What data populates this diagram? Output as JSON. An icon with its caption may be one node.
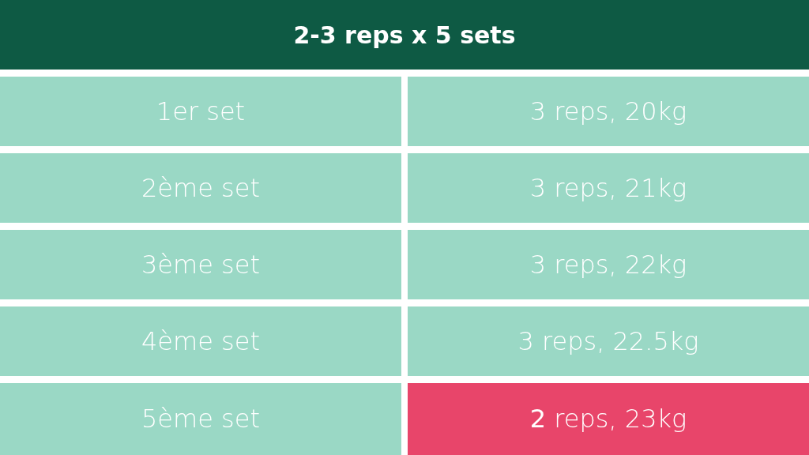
{
  "diagram": {
    "title": "2-3 reps x 5 sets",
    "labels": [
      "1er set",
      "3 reps, 20kg",
      "2ème set",
      "3 reps, 21kg",
      "3ème set",
      "3 reps, 22kg",
      "4ème set",
      "3 reps, 22.5kg",
      "5ème set",
      "**2** reps, 23kg"
    ]
  }
}
